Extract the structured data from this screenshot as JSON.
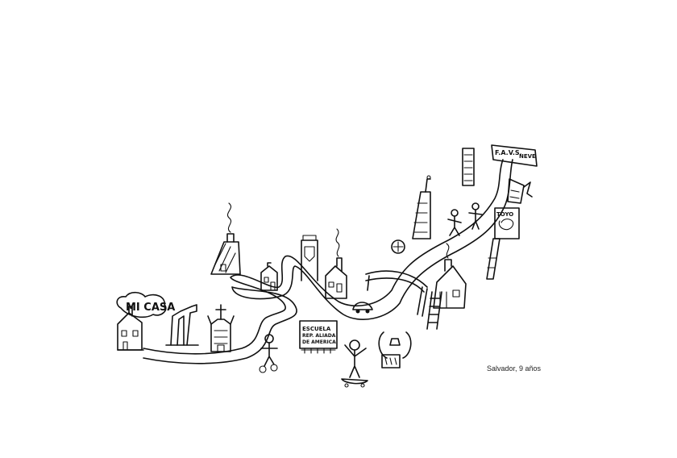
{
  "drawing": {
    "labels": {
      "home": "MI CASA",
      "school_line1": "ESCUELA",
      "school_line2": "REP. ALIADA",
      "school_line3": "DE AMERICA",
      "sign_top": "F.A.V.S.",
      "sign_top2": "NEVE",
      "sign_billboard": "TOYO"
    },
    "caption": "Salvador, 9 años"
  },
  "colors": {
    "ink": "#111111",
    "paper": "#ffffff"
  }
}
